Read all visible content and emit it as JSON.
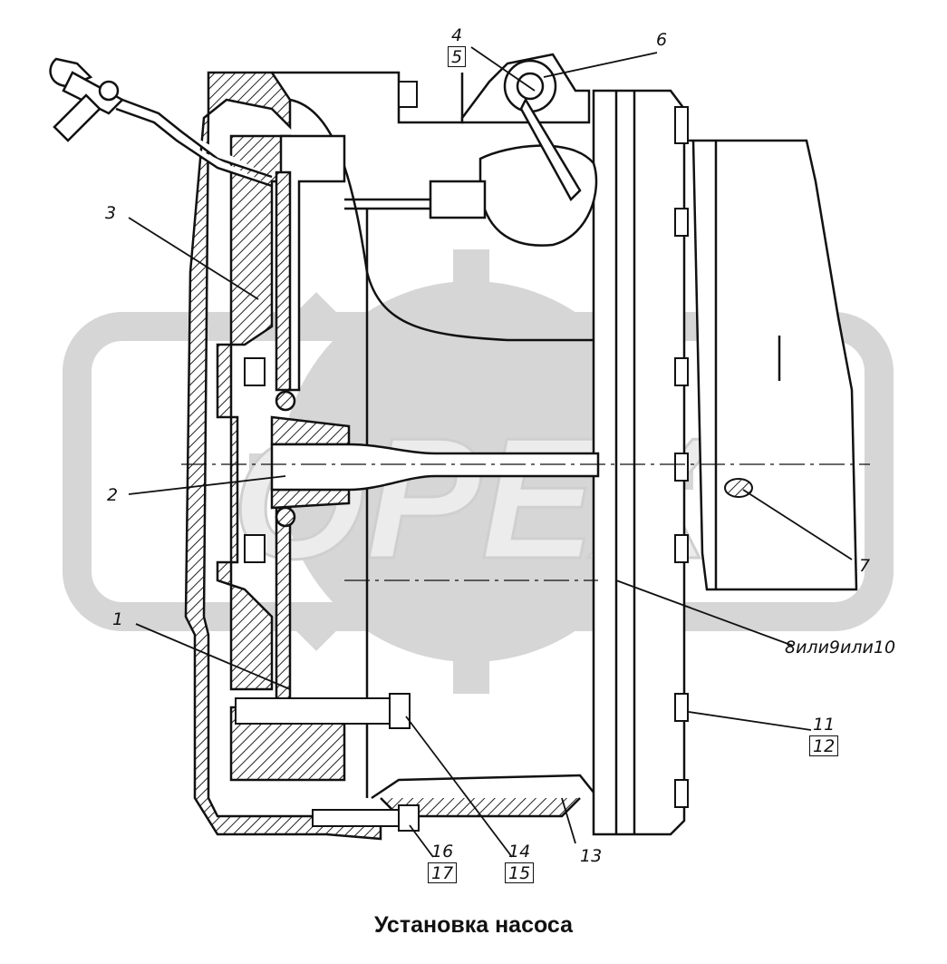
{
  "caption": "Установка насоса",
  "watermark": "OPEX",
  "callouts": {
    "c1": "1",
    "c2": "2",
    "c3": "3",
    "c6": "6",
    "c7": "7",
    "c8": "8или9или10",
    "c13": "13"
  },
  "fractions": {
    "f4_5": {
      "num": "4",
      "den": "5"
    },
    "f11_12": {
      "num": "11",
      "den": "12"
    },
    "f14_15": {
      "num": "14",
      "den": "15"
    },
    "f16_17": {
      "num": "16",
      "den": "17"
    }
  }
}
